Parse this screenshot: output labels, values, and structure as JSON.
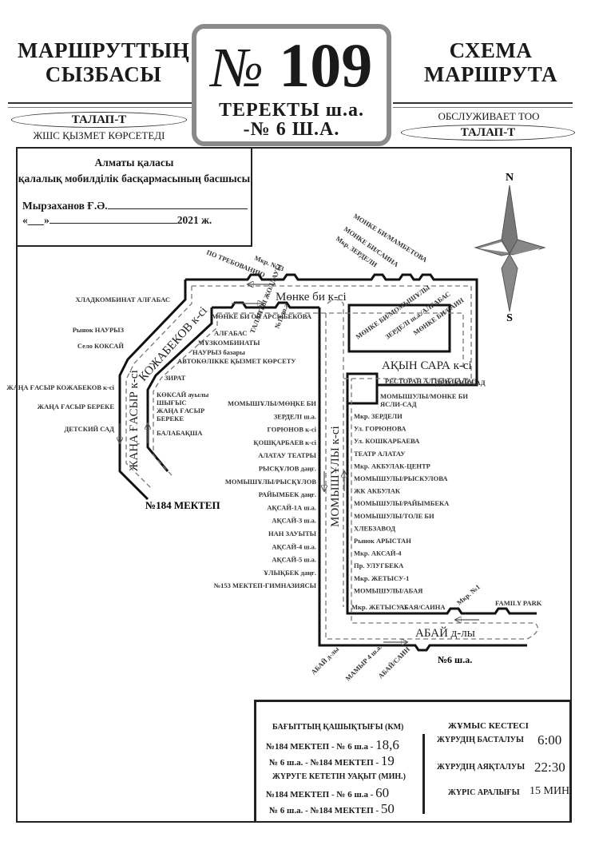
{
  "header": {
    "left_title_line1": "МАРШРУТТЫҢ",
    "left_title_line2": "СЫЗБАСЫ",
    "right_title_line1": "СХЕМА",
    "right_title_line2": "МАРШРУТА",
    "route_symbol": "№",
    "route_number": "109",
    "route_from": "ТЕРЕКТЫ ш.а.",
    "route_to": "-№ 6 Ш.А.",
    "operator_left": "ТАЛАП-Т",
    "operator_left_caption": "ЖШС ҚЫЗМЕТ КӨРСЕТЕДІ",
    "operator_right_caption": "ОБСЛУЖИВАЕТ ТОО",
    "operator_right": "ТАЛАП-Т"
  },
  "approval": {
    "line1": "Алматы қаласы",
    "line2": "қалалық мобилділік басқармасының басшысы",
    "signer": "Мырзаханов Ғ.Ә.",
    "date_open": "«___»",
    "year": "2021 ж."
  },
  "compass": {
    "north": "N",
    "south": "S"
  },
  "streets": {
    "monke_bi": "Мөнке би к-сі",
    "kozhabekov": "КОЖАБЕКОВ к-сі",
    "zhana_gasyr": "ЖАҢА ҒАСЫР к-сі",
    "momyshuly": "МОМЫШҰЛЫ к-сі",
    "akyn_sara": "АҚЫН САРА к-сі",
    "abai": "АБАЙ д-лы"
  },
  "terminals": {
    "start": "№184 МЕКТЕП",
    "end": "№6 ш.а."
  },
  "stops": {
    "top": [
      "ПО ТРЕБОВАНИЮ",
      "Мкр. №13",
      "Мкр. ЗЕРДЕЛИ",
      "МОНКЕ БИ/САИНА",
      "МОНКЕ БИ/МАМБЕТОВА"
    ],
    "kozhabekov_outer": [
      "ХЛАДКОМБИНАТ АЛҒАБАС",
      "Рынок НАУРЫЗ",
      "Село КОКСАЙ"
    ],
    "kozhabekov_inner": [
      "МӨНКЕ БИ ОЯ АРСЫБЕКОВА",
      "АЛҒАБАС",
      "МҰЗКОМБИНАТЫ",
      "НАУРЫЗ базары",
      "АВТОКӨЛІККЕ ҚЫЗМЕТ КӨРСЕТУ",
      "ЗИРАТ"
    ],
    "inner_top": [
      "ТАЛАПТЫ ЖОЛДАУЫ",
      "№13 ш.а."
    ],
    "inner_block": [
      "МӨНКЕ БИ/МОМЫШҰЛЫ",
      "ЗЕРДЕЛІ ш.а./АЛҒАБАС",
      "МӨНКЕ БИ/САИН"
    ],
    "zhana_gasyr_left": [
      "ЖАҢА ҒАСЫР КОЖАБЕКОВ к-сі",
      "ЖАҢА ҒАСЫР БЕРЕКЕ",
      "ДЕТСКИЙ САД"
    ],
    "zhana_gasyr_right": [
      "КӨКСАЙ ауылы",
      "ШЫҒЫС",
      "ЖАҢА ҒАСЫР",
      "БЕРЕКЕ",
      "БАЛАБАҚША"
    ],
    "momyshuly_left": [
      "МОМЫШҰЛЫ/МӨҢКЕ БИ",
      "ЗЕРДЕЛІ ш.а.",
      "ГОРЮНОВ к-сі",
      "ҚОШҚАРБАЕВ к-сі",
      "АЛАТАУ ТЕАТРЫ",
      "РЫСҚҰЛОВ даңғ.",
      "МОМЫШҰЛЫ/РЫСҚҰЛОВ",
      "РАЙЫМБЕК даңғ.",
      "АҚСАЙ-1А ш.а.",
      "АҚСАЙ-3 ш.а.",
      "НАН ЗАУЫТЫ",
      "АҚСАЙ-4 ш.а.",
      "АҚСАЙ-5 ш.а.",
      "ҰЛЫҚБЕК даңғ.",
      "№153 МЕКТЕП-ГИМНАЗИЯСЫ"
    ],
    "momyshuly_right": [
      "МОМЫШУЛЫ/МОНКЕ БИ",
      "ЯСЛИ-САД",
      "Мкр. ЗЕРДЕЛИ",
      "Ул. ГОРЮНОВА",
      "Ул. КОШКАРБАЕВА",
      "ТЕАТР АЛАТАУ",
      "Мкр. АКБУЛАК-ЦЕНТР",
      "МОМЫШУЛЫ/РЫСКУЛОВА",
      "ЖК АКБУЛАК",
      "МОМЫШУЛЫ/РАЙЫМБЕКА",
      "МОМЫШУЛЫ/ТОЛЕ БИ",
      "ХЛЕБЗАВОД",
      "Рынок АРЫСТАН",
      "Мкр. АКСАЙ-4",
      "Пр. УЛУГБЕКА",
      "Мкр. ЖЕТЫСУ-1",
      "МОМЫШУЛЫ/АБАЯ"
    ],
    "akyn_sara": [
      "РЕСТОРАН АЛТЫН ПАЛАС",
      "ДЕТСКИЙ САД"
    ],
    "abai_top": [
      "Мкр. ЖЕТЫСУ-3",
      "АБАЯ/САИНА",
      "Мкр. №1",
      "FAMILY PARK"
    ],
    "abai_bottom": [
      "АБАЙ д-лы",
      "МАМЫР 4 ш.а.",
      "АБАЙ/САИН"
    ]
  },
  "info": {
    "distance_title": "БАҒЫТТЫҢ ҚАШЫҚТЫҒЫ  (КМ)",
    "distance_rows": [
      {
        "label": "№184 МЕКТЕП - № 6 ш.а -",
        "value": "18,6"
      },
      {
        "label": "№ 6 ш.а. - №184 МЕКТЕП -",
        "value": "19"
      }
    ],
    "time_title": "ЖҮРУГЕ КЕТЕТІН УАҚЫТ (МИН.)",
    "time_rows": [
      {
        "label": "№184 МЕКТЕП - № 6 ш.а -",
        "value": "60"
      },
      {
        "label": "№ 6 ш.а. - №184 МЕКТЕП -",
        "value": "50"
      }
    ],
    "schedule_title": "ЖҰМЫС КЕСТЕСІ",
    "schedule_rows": [
      {
        "label": "ЖҮРУДІҢ БАСТАЛУЫ",
        "value": "6:00"
      },
      {
        "label": "ЖҮРУДІҢ АЯҚТАЛУЫ",
        "value": "22:30"
      },
      {
        "label": "ЖҮРІС АРАЛЫҒЫ",
        "value": "15 МИН."
      }
    ]
  }
}
